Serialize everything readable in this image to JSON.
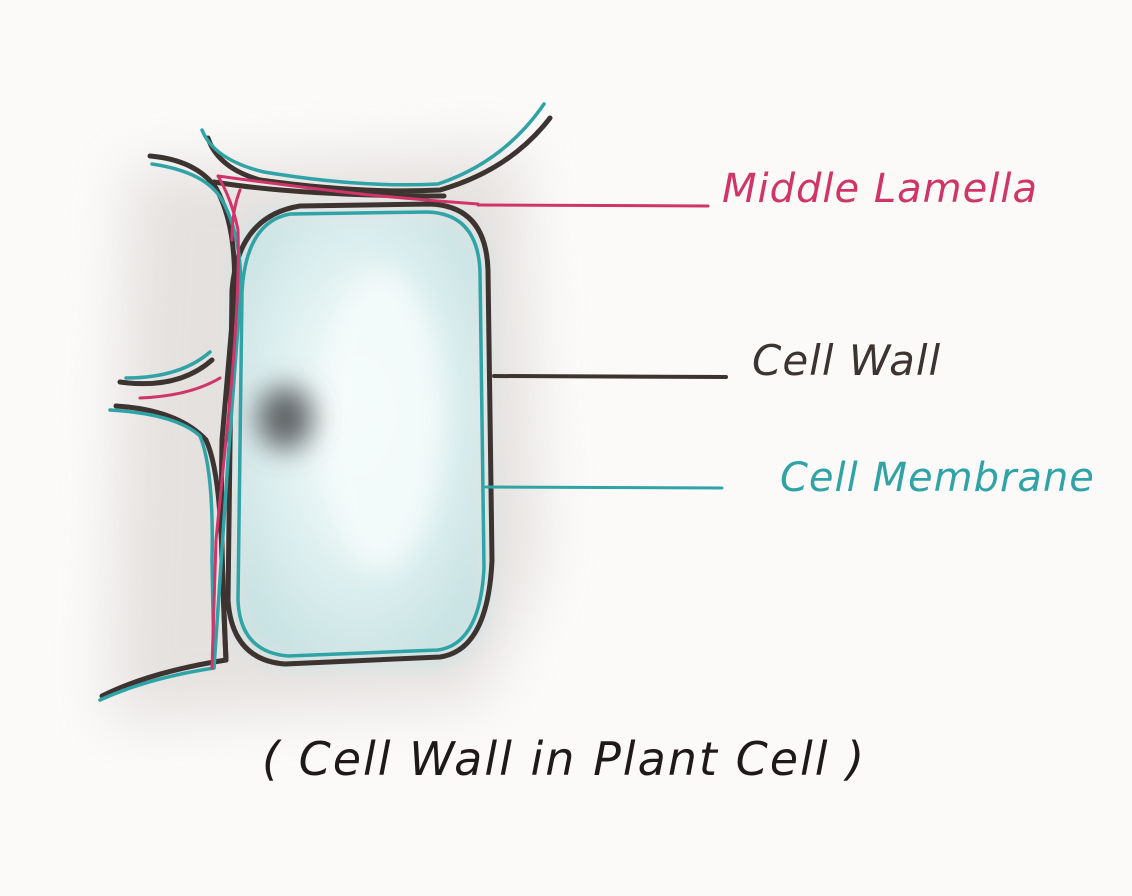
{
  "diagram": {
    "labels": {
      "middle_lamella": "Middle Lamella",
      "cell_wall": "Cell Wall",
      "cell_membrane": "Cell Membrane"
    },
    "caption": "( Cell Wall in Plant Cell )",
    "colors": {
      "background": "#fbfaf9",
      "middle_lamella": "#d0356a",
      "cell_wall": "#3d3331",
      "cell_membrane": "#2fa3a6",
      "cytoplasm": "#d3e9e9",
      "nucleus": "#5e6466",
      "caption": "#1f1a19"
    }
  }
}
